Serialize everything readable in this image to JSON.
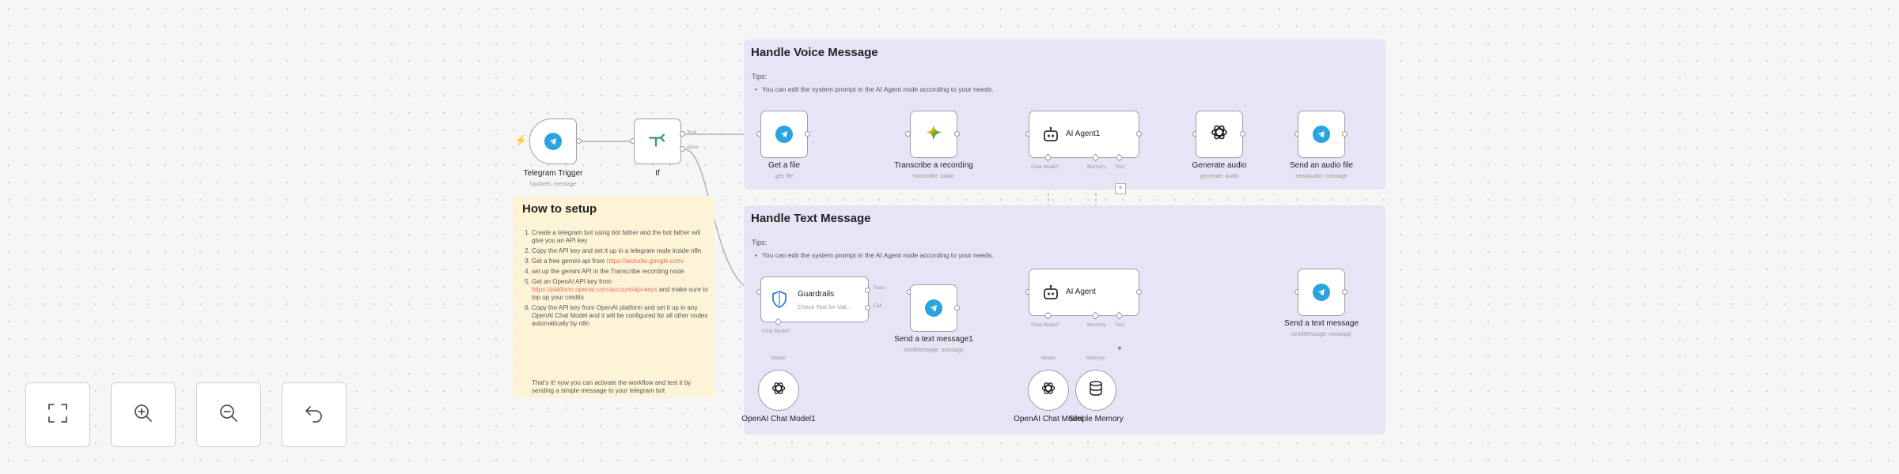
{
  "voice_section": {
    "title": "Handle Voice Message",
    "tips_label": "Tips:",
    "tip": "You can edit the system prompt in the AI Agent node according to your needs."
  },
  "text_section": {
    "title": "Handle Text Message",
    "tips_label": "Tips:",
    "tip": "You can edit the system prompt in the AI Agent node according to your needs."
  },
  "setup_note": {
    "title": "How to setup",
    "steps": [
      "Create a telegram bot using bot father and the bot father will give you an API key",
      "Copy the API key and set it up in a telegram node inside n8n",
      "Get a free gemini api from",
      "set up the gemini API in the Transcribe recording node",
      "Get an OpenAI API key from",
      "Copy the API key from OpenAI platform and set it up in any OpenAI Chat Model and it will be configured for all other nodes automatically by n8n"
    ],
    "links": {
      "gemini": "https://aistudio.google.com/",
      "openai": "https://platform.openai.com/account/api-keys"
    },
    "openai_suffix": "and make sure to top up your credits",
    "footer": "That's it! now you can activate the workflow and test it by sending a simple message to your telegram bot"
  },
  "nodes": {
    "telegram_trigger": {
      "label": "Telegram Trigger",
      "sub": "Updates: message"
    },
    "if_node": {
      "label": "If",
      "port_true": "true",
      "port_false": "false"
    },
    "get_file": {
      "label": "Get a file",
      "sub": "get: file"
    },
    "transcribe": {
      "label": "Transcribe a recording",
      "sub": "transcribe: audio"
    },
    "ai_agent1": {
      "label": "AI Agent1",
      "port_chat": "Chat Model*",
      "port_memory": "Memory",
      "port_tool": "Tool"
    },
    "generate_audio": {
      "label": "Generate audio",
      "sub": "generate: audio"
    },
    "send_audio": {
      "label": "Send an audio file",
      "sub": "sendAudio: message"
    },
    "guardrails": {
      "label": "Guardrails",
      "sub": "Check Text for Vali...",
      "port_pass": "Pass",
      "port_fail": "Fail",
      "port_chat": "Chat Model*",
      "port_model": "Model"
    },
    "send_text1": {
      "label": "Send a text message1",
      "sub": "sendMessage: message"
    },
    "ai_agent": {
      "label": "AI Agent",
      "port_chat": "Chat Model*",
      "port_memory": "Memory",
      "port_tool": "Tool",
      "port_model": "Model"
    },
    "send_text": {
      "label": "Send a text message",
      "sub": "sendMessage: message"
    },
    "openai_model1": {
      "label": "OpenAI Chat Model1"
    },
    "openai_model": {
      "label": "OpenAI Chat Model"
    },
    "simple_memory": {
      "label": "Simple Memory",
      "port_memory": "Memory"
    }
  },
  "controls": [
    {
      "name": "fit-view",
      "icon": "fit-view-icon"
    },
    {
      "name": "zoom-in",
      "icon": "zoom-in-icon"
    },
    {
      "name": "zoom-out",
      "icon": "zoom-out-icon"
    },
    {
      "name": "reset-zoom",
      "icon": "undo-icon"
    }
  ],
  "colors": {
    "section_bg": "#e8e4f6",
    "note_bg": "#fdf3d7",
    "telegram_blue": "#2aa3e0",
    "link": "#e8705a",
    "trigger_bolt": "#e35d4b"
  }
}
